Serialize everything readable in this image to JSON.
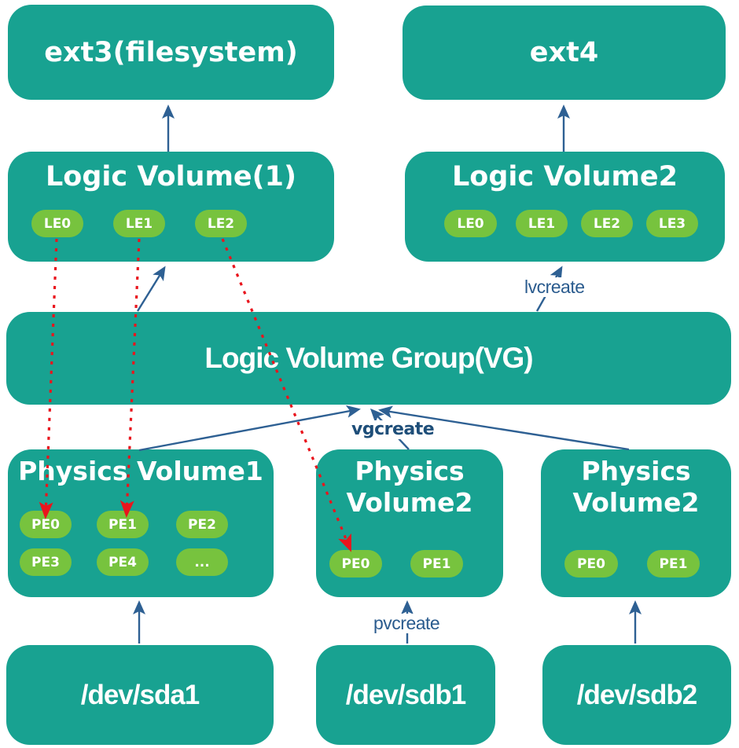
{
  "colors": {
    "node_fill": "#18a291",
    "extent_fill": "#77c33e",
    "arrow_blue": "#2e6093",
    "command_text": "#2a5b8e",
    "command_bold_text": "#1e4e79",
    "mapping_red": "#e9151d",
    "text_white": "#ffffff"
  },
  "nodes": {
    "ext3": {
      "label": "ext3(filesystem)"
    },
    "ext4": {
      "label": "ext4"
    },
    "lv1": {
      "title": "Logic Volume(1)",
      "pills": [
        "LE0",
        "LE1",
        "LE2"
      ]
    },
    "lv2": {
      "title": "Logic Volume2",
      "pills": [
        "LE0",
        "LE1",
        "LE2",
        "LE3"
      ]
    },
    "vg": {
      "label": "Logic Volume Group(VG)"
    },
    "pv1": {
      "title": "Physics Volume1",
      "pills": [
        "PE0",
        "PE1",
        "PE2",
        "PE3",
        "PE4",
        "..."
      ]
    },
    "pv2": {
      "title_line1": "Physics",
      "title_line2": "Volume2",
      "pills": [
        "PE0",
        "PE1"
      ]
    },
    "pv3": {
      "title_line1": "Physics",
      "title_line2": "Volume2",
      "pills": [
        "PE0",
        "PE1"
      ]
    },
    "sda1": {
      "label": "/dev/sda1"
    },
    "sdb1": {
      "label": "/dev/sdb1"
    },
    "sdb2": {
      "label": "/dev/sdb2"
    }
  },
  "labels": {
    "lvcreate": "lvcreate",
    "vgcreate": "vgcreate",
    "pvcreate": "pvcreate"
  },
  "edges": {
    "blue_up_arrows": [
      "lv1 -> ext3",
      "lv2 -> ext4",
      "vg -> lv1",
      "vg -> lv2 (lvcreate)",
      "pv1 -> vg (vgcreate)",
      "pv2 -> vg (vgcreate)",
      "pv3 -> vg (vgcreate)",
      "/dev/sda1 -> pv1",
      "/dev/sdb1 -> pv2 (pvcreate)",
      "/dev/sdb2 -> pv3"
    ],
    "red_dashed_mappings": [
      "LE0 -> PV1.PE0",
      "LE1 -> PV1.PE1",
      "LE2 -> PV2.PE0"
    ]
  }
}
